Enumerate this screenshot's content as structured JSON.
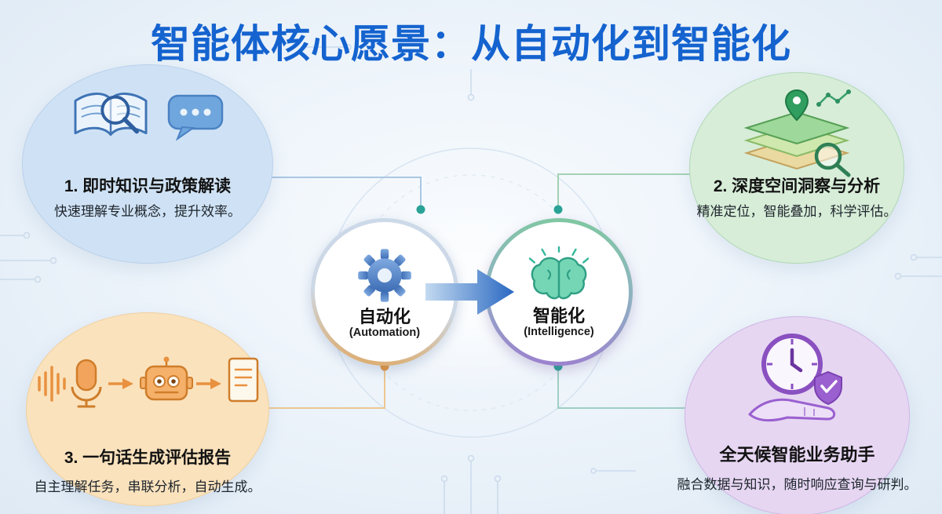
{
  "title": "智能体核心愿景：从自动化到智能化",
  "bubbles": {
    "top_left": {
      "heading": "1. 即时知识与政策解读",
      "subtitle": "快速理解专业概念，提升效率。"
    },
    "top_right": {
      "heading": "2. 深度空间洞察与分析",
      "subtitle": "精准定位，智能叠加，科学评估。"
    },
    "bottom_left": {
      "heading": "3. 一句话生成评估报告",
      "subtitle": "自主理解任务，串联分析，自动生成。"
    },
    "bottom_right": {
      "heading": "全天候智能业务助手",
      "subtitle": "融合数据与知识，随时响应查询与研判。"
    }
  },
  "center": {
    "automation_label": "自动化",
    "automation_sublabel": "(Automation)",
    "intelligence_label": "智能化",
    "intelligence_sublabel": "(Intelligence)"
  },
  "icons": {
    "top_left": [
      "open-book-magnifier-icon",
      "chat-bubble-icon"
    ],
    "top_right": [
      "map-layers-pin-icon",
      "trend-chart-icon",
      "magnifier-icon"
    ],
    "bottom_left": [
      "waveform-icon",
      "microphone-icon",
      "arrow-right-icon",
      "robot-icon",
      "document-icon"
    ],
    "bottom_right": [
      "clock-icon",
      "shield-check-icon",
      "hand-icon"
    ],
    "center_left": "gear-icon",
    "center_right": "brain-icon"
  },
  "colors": {
    "title": "#1463cf",
    "bubble_top_left": "#cfe2f5",
    "bubble_top_right": "#d7edd8",
    "bubble_bottom_left": "#fae2bd",
    "bubble_bottom_right": "#e6d6f2",
    "dot_teal": "#2aa396",
    "dot_orange": "#e8953a",
    "arrow_start": "#c3daf0",
    "arrow_end": "#2a68c2"
  }
}
